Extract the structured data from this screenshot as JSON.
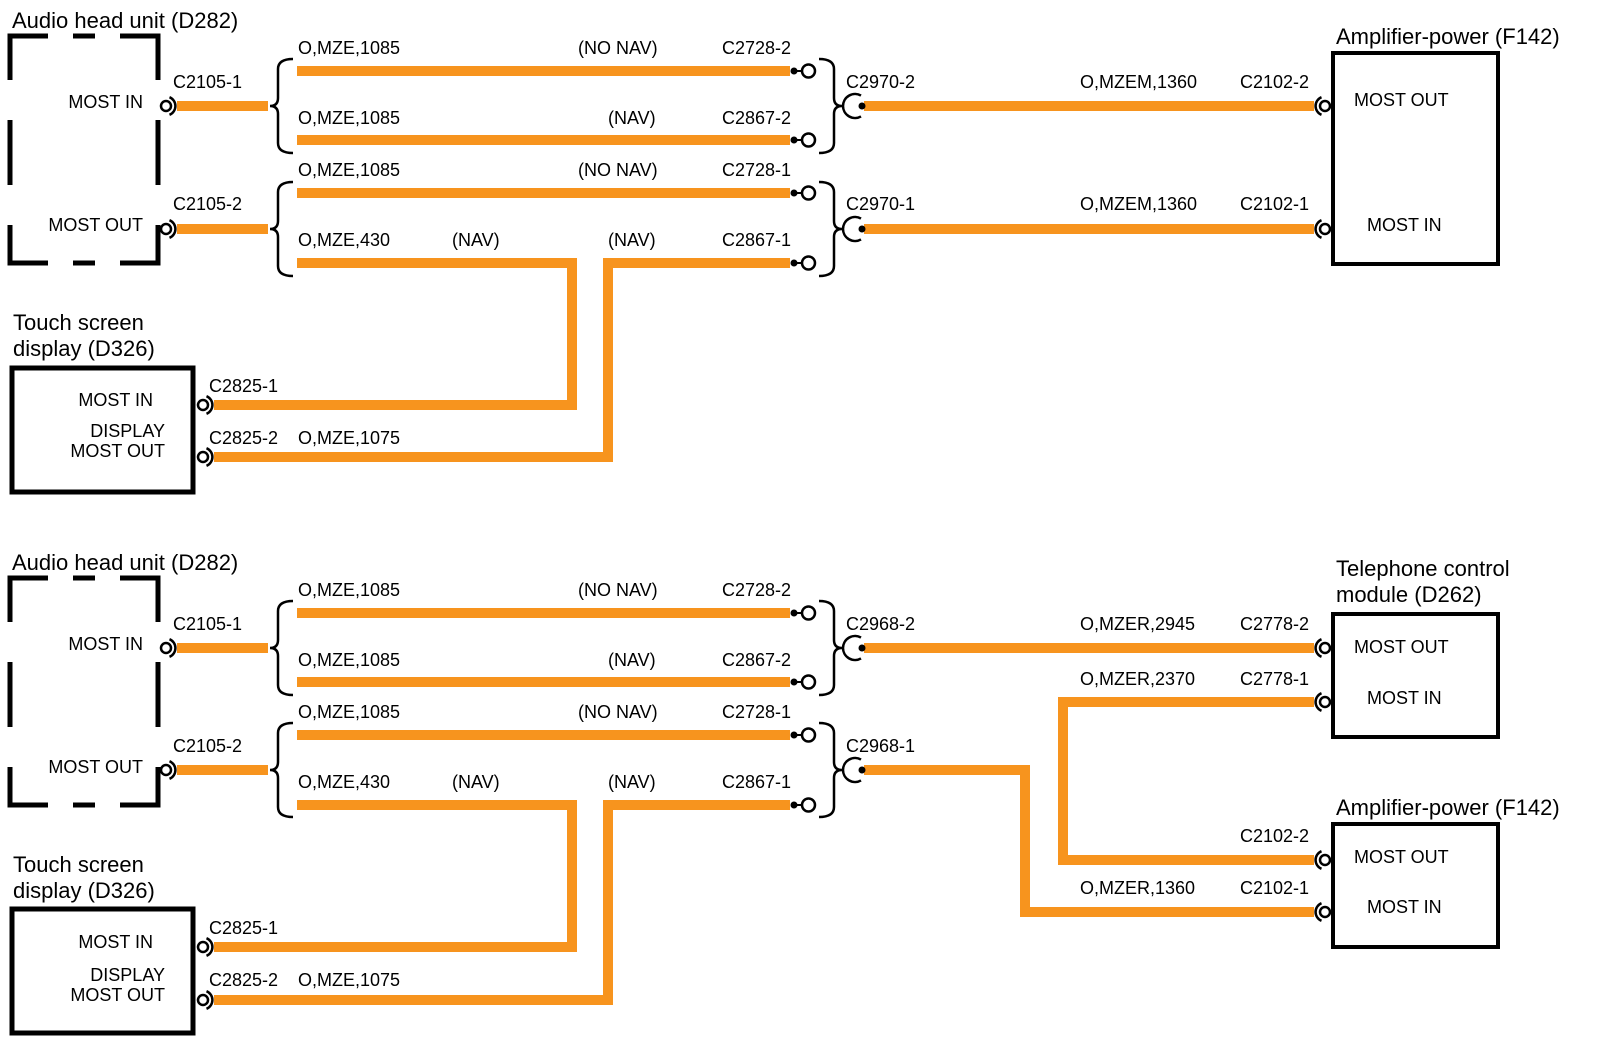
{
  "colors": {
    "wire": "#F7941E",
    "line": "#000000"
  },
  "top_diagram": {
    "audio_head_unit": {
      "title": "Audio head unit (D282)",
      "most_in": "MOST IN",
      "most_out": "MOST OUT",
      "conn_in": "C2105-1",
      "conn_out": "C2105-2"
    },
    "branches": [
      {
        "wire": "O,MZE,1085",
        "variant": "(NO NAV)",
        "conn": "C2728-2"
      },
      {
        "wire": "O,MZE,1085",
        "variant": "(NAV)",
        "conn": "C2867-2"
      },
      {
        "wire": "O,MZE,1085",
        "variant": "(NO NAV)",
        "conn": "C2728-1"
      },
      {
        "wire": "O,MZE,430",
        "variant": "(NAV)",
        "variant2": "(NAV)",
        "conn": "C2867-1"
      }
    ],
    "links": [
      {
        "junction": "C2970-2",
        "wire": "O,MZEM,1360",
        "conn": "C2102-2"
      },
      {
        "junction": "C2970-1",
        "wire": "O,MZEM,1360",
        "conn": "C2102-1"
      }
    ],
    "amplifier": {
      "title": "Amplifier-power (F142)",
      "most_out": "MOST OUT",
      "most_in": "MOST IN"
    },
    "display": {
      "title1": "Touch screen",
      "title2": "display (D326)",
      "most_in": "MOST IN",
      "display_word": "DISPLAY",
      "most_out": "MOST OUT",
      "conn_in": "C2825-1",
      "conn_out": "C2825-2",
      "wire_out": "O,MZE,1075"
    }
  },
  "bottom_diagram": {
    "audio_head_unit": {
      "title": "Audio head unit (D282)",
      "most_in": "MOST IN",
      "most_out": "MOST OUT",
      "conn_in": "C2105-1",
      "conn_out": "C2105-2"
    },
    "branches": [
      {
        "wire": "O,MZE,1085",
        "variant": "(NO NAV)",
        "conn": "C2728-2"
      },
      {
        "wire": "O,MZE,1085",
        "variant": "(NAV)",
        "conn": "C2867-2"
      },
      {
        "wire": "O,MZE,1085",
        "variant": "(NO NAV)",
        "conn": "C2728-1"
      },
      {
        "wire": "O,MZE,430",
        "variant": "(NAV)",
        "variant2": "(NAV)",
        "conn": "C2867-1"
      }
    ],
    "junction_top": "C2968-2",
    "junction_bottom": "C2968-1",
    "telephone_module": {
      "title1": "Telephone control",
      "title2": "module (D262)",
      "most_out": "MOST OUT",
      "most_in": "MOST IN",
      "conn_out": "C2778-2",
      "wire_out": "O,MZER,2945",
      "conn_in": "C2778-1",
      "wire_in": "O,MZER,2370"
    },
    "amplifier": {
      "title": "Amplifier-power (F142)",
      "most_out": "MOST OUT",
      "most_in": "MOST IN",
      "conn_out": "C2102-2",
      "conn_in": "C2102-1",
      "wire_in": "O,MZER,1360"
    },
    "display": {
      "title1": "Touch screen",
      "title2": "display (D326)",
      "most_in": "MOST IN",
      "display_word": "DISPLAY",
      "most_out": "MOST OUT",
      "conn_in": "C2825-1",
      "conn_out": "C2825-2",
      "wire_out": "O,MZE,1075"
    }
  }
}
